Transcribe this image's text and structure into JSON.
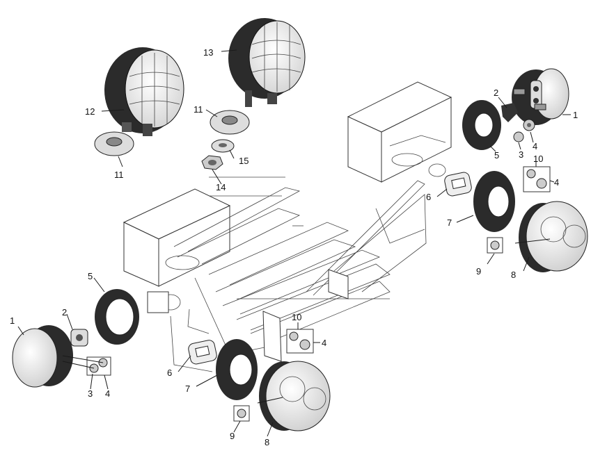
{
  "callouts": [
    {
      "id": "c1-right",
      "text": "1"
    },
    {
      "id": "c2-right",
      "text": "2"
    },
    {
      "id": "c3-right",
      "text": "3"
    },
    {
      "id": "c4-right-upper",
      "text": "4"
    },
    {
      "id": "c4-right-lower",
      "text": "4"
    },
    {
      "id": "c5-right",
      "text": "5"
    },
    {
      "id": "c6-right",
      "text": "6"
    },
    {
      "id": "c7-right",
      "text": "7"
    },
    {
      "id": "c8-right",
      "text": "8"
    },
    {
      "id": "c9-right",
      "text": "9"
    },
    {
      "id": "c10-right",
      "text": "10"
    },
    {
      "id": "c11-left",
      "text": "11"
    },
    {
      "id": "c11-mid",
      "text": "11"
    },
    {
      "id": "c12",
      "text": "12"
    },
    {
      "id": "c13",
      "text": "13"
    },
    {
      "id": "c14",
      "text": "14"
    },
    {
      "id": "c15",
      "text": "15"
    },
    {
      "id": "c1-left",
      "text": "1"
    },
    {
      "id": "c2-left",
      "text": "2"
    },
    {
      "id": "c3-left",
      "text": "3"
    },
    {
      "id": "c4-left",
      "text": "4"
    },
    {
      "id": "c5-left",
      "text": "5"
    },
    {
      "id": "c6-left",
      "text": "6"
    },
    {
      "id": "c7-left",
      "text": "7"
    },
    {
      "id": "c8-left",
      "text": "8"
    },
    {
      "id": "c9-left",
      "text": "9"
    },
    {
      "id": "c10-left",
      "text": "10"
    },
    {
      "id": "c4-left-lower",
      "text": "4"
    }
  ],
  "colors": {
    "ink": "#1a1a1a",
    "dark_part": "#2b2b2b",
    "glass": "#eeeeee"
  }
}
